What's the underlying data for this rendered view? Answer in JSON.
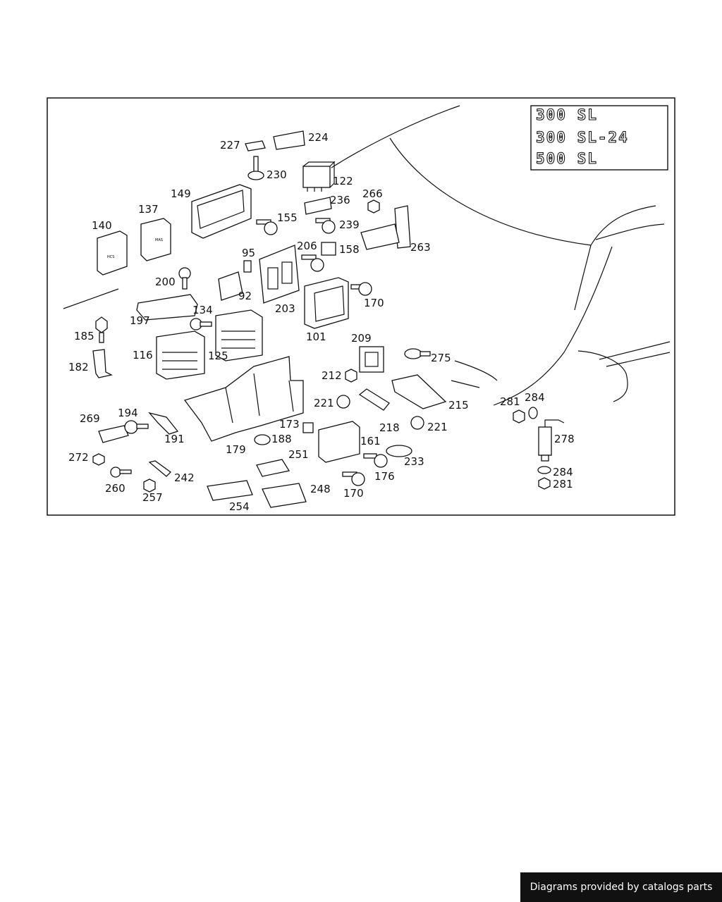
{
  "diagram": {
    "model_badges": [
      "300 SL",
      "300 SL-24",
      "500 SL"
    ],
    "callouts": {
      "c227": "227",
      "c224": "224",
      "c230": "230",
      "c122": "122",
      "c149": "149",
      "c236": "236",
      "c266": "266",
      "c137": "137",
      "c140": "140",
      "c155": "155",
      "c239": "239",
      "c263": "263",
      "c206": "206",
      "c158": "158",
      "c95": "95",
      "c200": "200",
      "c92": "92",
      "c203": "203",
      "c170a": "170",
      "c134": "134",
      "c197": "197",
      "c101": "101",
      "c185": "185",
      "c209": "209",
      "c275": "275",
      "c116": "116",
      "c125": "125",
      "c182": "182",
      "c212": "212",
      "c221a": "221",
      "c215": "215",
      "c281a": "281",
      "c284a": "284",
      "c218": "218",
      "c221b": "221",
      "c269": "269",
      "c194": "194",
      "c173": "173",
      "c191": "191",
      "c188": "188",
      "c179": "179",
      "c161": "161",
      "c278": "278",
      "c251": "251",
      "c233": "233",
      "c272": "272",
      "c242": "242",
      "c176": "176",
      "c284b": "284",
      "c281b": "281",
      "c260": "260",
      "c248": "248",
      "c257": "257",
      "c170b": "170",
      "c254": "254"
    },
    "module_markings": {
      "m140": "HCS",
      "m137": "MAS"
    }
  },
  "footer": {
    "credit": "Diagrams provided by catalogs parts"
  }
}
